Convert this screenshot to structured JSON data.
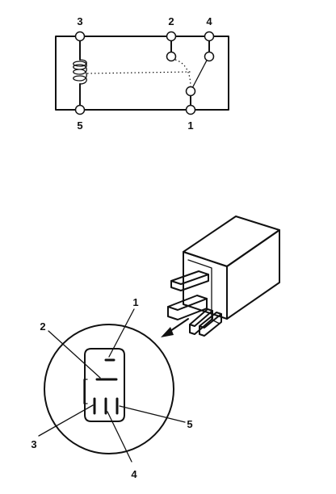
{
  "schematic": {
    "terminal_labels": [
      "3",
      "2",
      "4",
      "5",
      "1"
    ]
  },
  "connector_view": {
    "pin_labels": [
      "1",
      "2",
      "3",
      "4",
      "5"
    ]
  }
}
